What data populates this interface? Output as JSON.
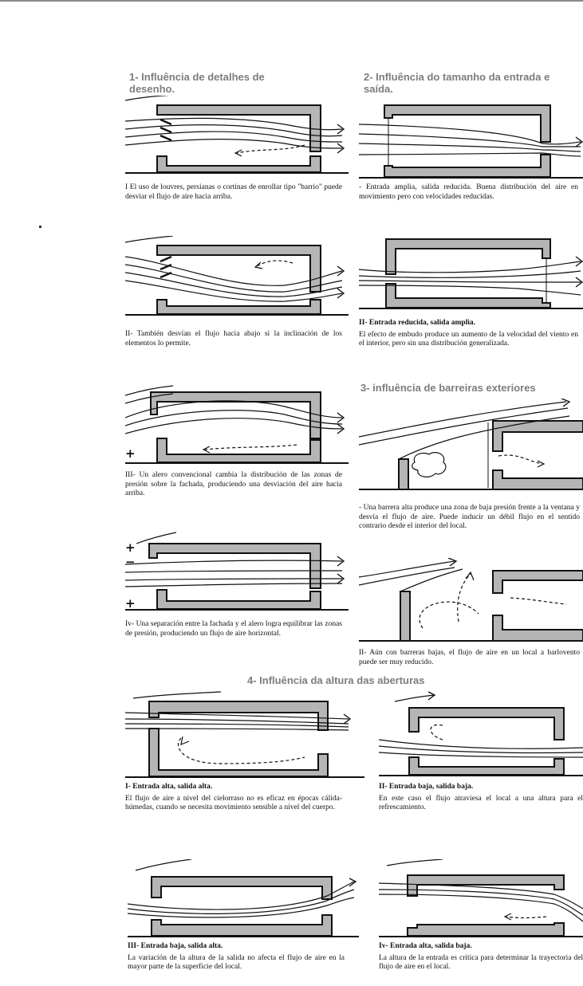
{
  "sections": {
    "s1": {
      "heading": "1- Influência de detalhes de desenho."
    },
    "s2": {
      "heading": "2- Influência do tamanho da entrada e saída."
    },
    "s3": {
      "heading": "3- influência de barreiras exteriores"
    },
    "s4": {
      "heading": "4- Influência da altura das aberturas"
    }
  },
  "panels": {
    "p1a": {
      "caption": "I El uso de louvres, persianas o cortinas de enrollar tipo \"barrio\" puede desviar el flujo de aire hacia arriba."
    },
    "p1b": {
      "caption": "II- También desvían el flujo hacia abajo si la inclinación de los elementos lo permite."
    },
    "p1c": {
      "caption": "III- Un alero convencional cambia la distribución de las zonas de presión sobre la fachada, produciendo una desviación del aire hacia arriba.",
      "sign_plus": "+"
    },
    "p1d": {
      "caption": "Iv- Una separación entre la fachada y el alero logra equilibrar las zonas de presión, produciendo un flujo de aire horizontal.",
      "sign_plus": "+",
      "sign_minus": "−"
    },
    "p2a": {
      "caption": "- Entrada amplia, salida reducida. Buena distribución del aire en movimiento pero con velocidades reducidas."
    },
    "p2b": {
      "title": "II- Entrada reducida, salida amplia.",
      "caption": "El efecto de embudo produce un aumento de la velocidad del viento en el interior, pero sin una distribución generalizada."
    },
    "p3a": {
      "caption": "- Una barrera alta produce una zona de baja presión frente a la ventana y desvía el flujo de aire. Puede inducir un débil flujo en el sentido contrario desde el interior del local."
    },
    "p3b": {
      "caption": "II- Aún con barreras bajas, el flujo de aire en un local a barlovento puede ser muy reducido."
    },
    "p4a": {
      "title": "I- Entrada alta, salida alta.",
      "caption": "El flujo de aire a nivel del cielorraso no es eficaz en épocas cálida-húmedas, cuando se necesita movimiento sensible a nivel del cuerpo."
    },
    "p4b": {
      "title": "II- Entrada baja, salida baja.",
      "caption": "En este caso el flujo atraviesa el local a una altura para el refrescamiento."
    },
    "p4c": {
      "title": "III- Entrada baja, salida alta.",
      "caption": "La variación de la altura de la salida no afecta el flujo de aire en la mayor parte de la superficie del local."
    },
    "p4d": {
      "title": "Iv- Entrada alta, salida baja.",
      "caption": "La altura de la entrada es crítica para determinar la trayectoria del flujo de aire en el local."
    }
  },
  "colors": {
    "heading": "#7d7d7d",
    "wall": "#b5b5b5",
    "ink": "#111111",
    "top_rule": "#8a8a8a"
  }
}
